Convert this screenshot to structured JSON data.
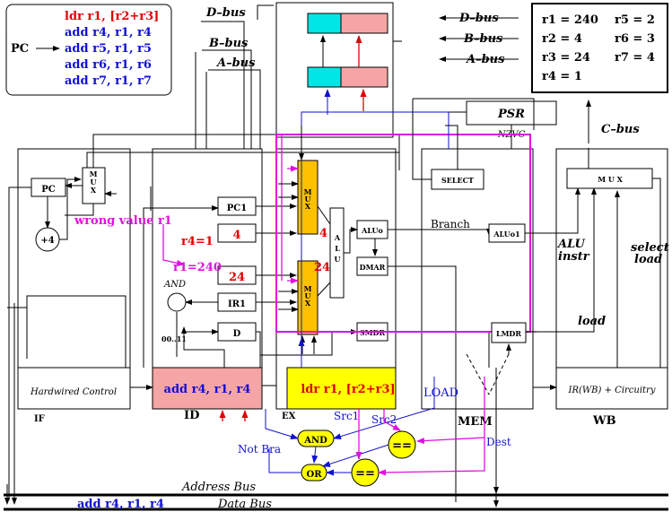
{
  "program": {
    "pc_label": "PC",
    "instr_0": "ldr r1, [r2+r3]",
    "instr_1": "add r4, r1, r4",
    "instr_2": "add r5, r1, r5",
    "instr_3": "add r6, r1, r6",
    "instr_4": "add r7, r1, r7"
  },
  "registers": {
    "r1": "r1 = 240",
    "r2": "r2 = 4",
    "r3": "r3 = 24",
    "r4": "r4 = 1",
    "r5": "r5 = 2",
    "r6": "r6 = 3",
    "r7": "r7 = 4"
  },
  "buses": {
    "d_bus": "D–bus",
    "b_bus": "B–bus",
    "a_bus": "A–bus",
    "c_bus": "C–bus",
    "address_bus": "Address Bus",
    "data_bus": "Data Bus",
    "data_bus_value": "add r4, r1, r4"
  },
  "stages": {
    "if": "IF",
    "id": "ID",
    "ex": "EX",
    "mem": "MEM",
    "wb": "WB"
  },
  "blocks": {
    "pc": "PC",
    "plus4": "+4",
    "mux": "MUX",
    "mux_v": "M U X",
    "pc1": "PC1",
    "ir1": "IR1",
    "d": "D",
    "alu": "ALU",
    "aluo": "ALUo",
    "dmar": "DMAR",
    "smdr": "SMDR",
    "select": "SELECT",
    "aluo1": "ALUo1",
    "lmdr": "LMDR",
    "psr": "PSR",
    "nzvc": "NZVC",
    "hardwired": "Hardwired Control",
    "id_instr": "add r4, r1, r4",
    "ex_instr": "ldr r1, [r2+r3]",
    "wb_block": "IR(WB) + Circuitry"
  },
  "values": {
    "id_4": "4",
    "id_24": "24",
    "mux_top": "4",
    "mux_bottom": "24",
    "r4_eq": "r4=1",
    "r1_eq": "r1=240"
  },
  "annotations": {
    "wrong_value": "wrong value r1",
    "branch": "Branch",
    "alu_instr_1": "ALU",
    "alu_instr_2": "instr",
    "select_load_1": "select",
    "select_load_2": "load",
    "load": "load",
    "and_label": "AND",
    "bits": "00..11",
    "load_caps": "LOAD",
    "src1": "Src1",
    "src2": "Src2",
    "dest": "Dest",
    "not_bra": "Not Bra",
    "gate_and": "AND",
    "gate_or": "OR",
    "eq": "=="
  }
}
